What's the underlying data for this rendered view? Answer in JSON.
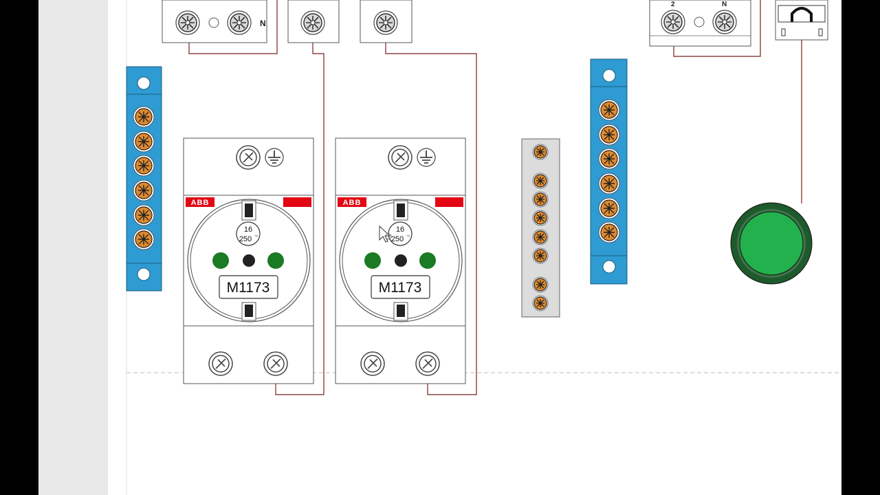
{
  "colors": {
    "canvas": "#ffffff",
    "left_panel": "#e9e9e9",
    "wire": "#7a1f1f",
    "din_rail_blue": "#2f9bd3",
    "terminal_orange": "#e08a2e",
    "abb_red": "#e30613",
    "pilot_green": "#22b14c",
    "pilot_ring": "#1e5a2b",
    "socket_contact_green": "#1b7a24"
  },
  "top_devices": {
    "left_block_neutral": "N",
    "right_block_pole": "2",
    "right_block_neutral": "N"
  },
  "sockets": [
    {
      "brand": "ABB",
      "rating_current": "16",
      "rating_voltage": "250",
      "rating_ac": "~",
      "model": "M1173"
    },
    {
      "brand": "ABB",
      "rating_current": "16",
      "rating_voltage": "250",
      "rating_ac": "~",
      "model": "M1173"
    }
  ],
  "icons": {
    "screw": "screw-terminal-icon",
    "ground": "ground-symbol-icon",
    "pilot": "pilot-lamp-icon",
    "cursor": "mouse-cursor-icon"
  }
}
